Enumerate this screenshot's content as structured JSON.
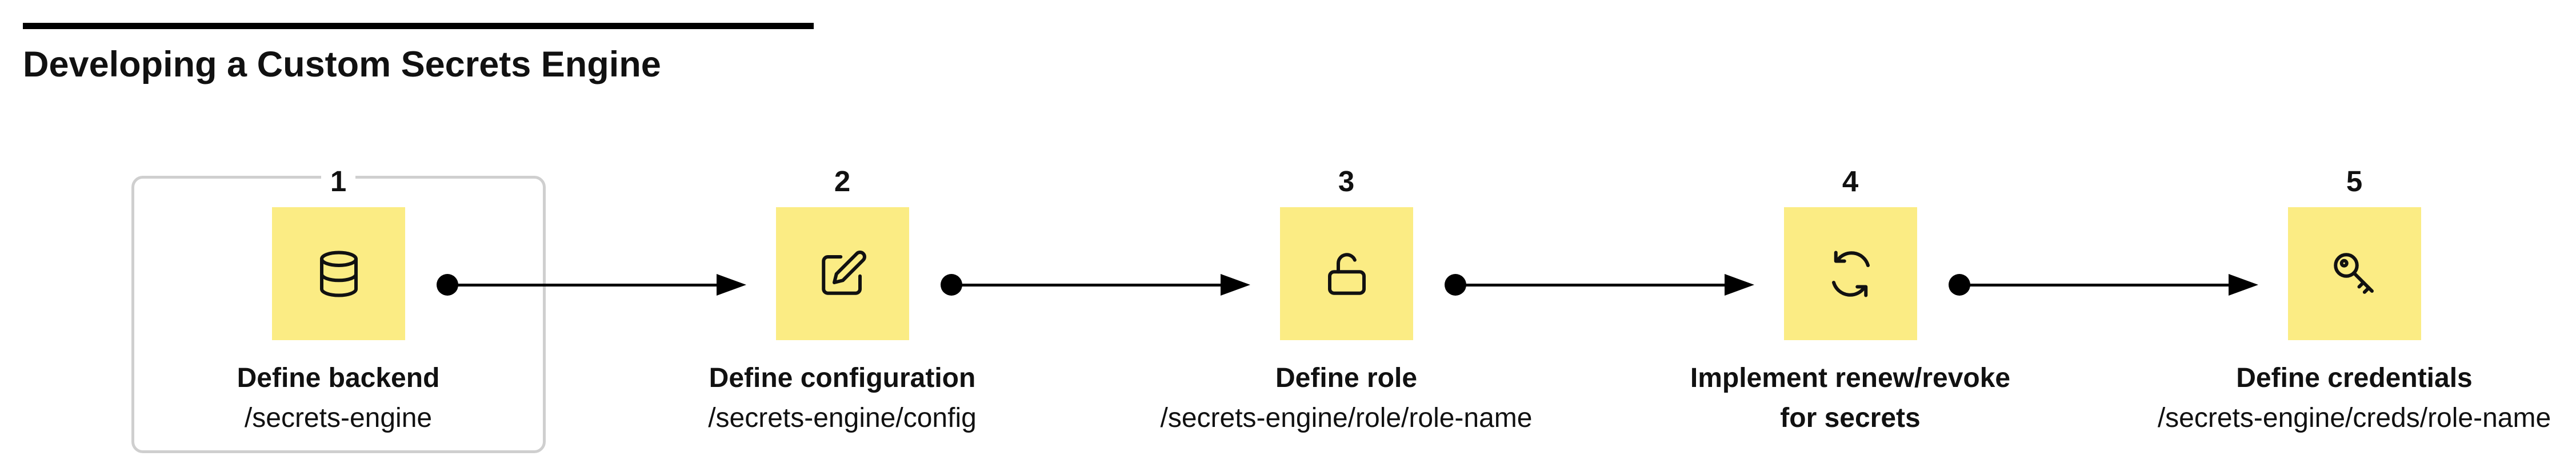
{
  "title": "Developing a Custom Secrets Engine",
  "colors": {
    "tile": "#fbec84",
    "text": "#111111",
    "highlight_border": "#cfcfcf"
  },
  "steps": [
    {
      "number": "1",
      "icon": "database-icon",
      "name": "Define backend",
      "path": "/secrets-engine",
      "highlighted": true
    },
    {
      "number": "2",
      "icon": "edit-icon",
      "name": "Define configuration",
      "path": "/secrets-engine/config"
    },
    {
      "number": "3",
      "icon": "unlock-icon",
      "name": "Define role",
      "path": "/secrets-engine/role/role-name"
    },
    {
      "number": "4",
      "icon": "refresh-icon",
      "name_line1": "Implement renew/revoke",
      "name_line2": "for secrets"
    },
    {
      "number": "5",
      "icon": "key-icon",
      "name": "Define credentials",
      "path": "/secrets-engine/creds/role-name"
    }
  ]
}
